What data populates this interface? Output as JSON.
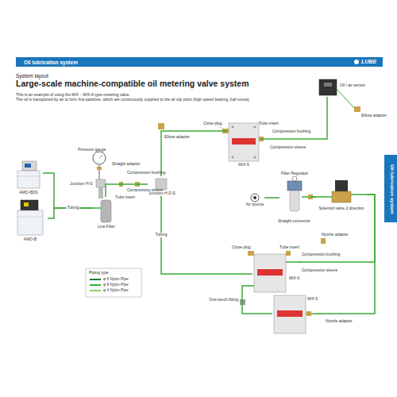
{
  "diagram": {
    "title": "Large-scale machine-compatible oil metering valve system",
    "nodes": [
      {
        "text": [
          "AMO-BDS"
        ]
      },
      {
        "text": [
          "AMO-B"
        ]
      },
      {
        "text": [
          "Line Filter"
        ]
      },
      {
        "text": [
          "Junction H-D-S"
        ]
      },
      {
        "text": [
          "MIX-5"
        ]
      },
      {
        "text": [
          "Oil / air sensor"
        ]
      },
      {
        "text": [
          "Air source"
        ]
      },
      {
        "text": [
          "Filter Regulator"
        ]
      },
      {
        "text": [
          "Solenoid valve 2 direction"
        ]
      },
      {
        "text": [
          "MIX-5"
        ]
      },
      {
        "text": [
          "MIX-5"
        ]
      }
    ],
    "edges": [
      {
        "from": 0,
        "to": 2,
        "arrow": "none",
        "label": "Tubing"
      },
      {
        "from": 1,
        "to": 2,
        "arrow": "none"
      },
      {
        "from": 2,
        "to": 3,
        "arrow": "none"
      },
      {
        "from": 3,
        "to": 4,
        "arrow": "none"
      },
      {
        "from": 3,
        "to": 9,
        "arrow": "none",
        "label": "Tubing"
      },
      {
        "from": 4,
        "to": 5,
        "arrow": "none"
      },
      {
        "from": 6,
        "to": 7,
        "arrow": "none"
      },
      {
        "from": 7,
        "to": 8,
        "arrow": "none"
      },
      {
        "from": 8,
        "to": 9,
        "arrow": "none"
      },
      {
        "from": 9,
        "to": 10,
        "arrow": "none"
      },
      {
        "from": 8,
        "to": 10,
        "arrow": "none"
      }
    ],
    "labels": [
      "Oil lubrication system",
      "LUBE",
      "System layout",
      "This is an example of using the MIX・MIX-A type metering valve.",
      "The oil is transported by air to form fine particles, which are continuously supplied to the oil slip point (high speed bearing, ball screw).",
      "Oil lubrication system",
      "Elbow adapter",
      "Elbow adapter",
      "Close plug",
      "Tube insert",
      "Compression bushing",
      "Compression sleeve",
      "Pressure gauge",
      "Straight adapter",
      "Compression bushing",
      "Junction H-S",
      "Compression sleeve",
      "Tube insert",
      "Straight connector",
      "Nozzle adapter",
      "Close plug",
      "Tube insert",
      "Compression bushing",
      "Compression sleeve",
      "One-touch fitting",
      "Nozzle adapter",
      "Piping type"
    ],
    "legend": [
      {
        "text": "φ 6 Nylon Pipe",
        "color": "#1e7b34"
      },
      {
        "text": "φ 8 Nylon Pipe",
        "color": "#3aaa35"
      },
      {
        "text": "φ 4 Nylon Pipe",
        "color": "#8fd16a"
      }
    ]
  }
}
